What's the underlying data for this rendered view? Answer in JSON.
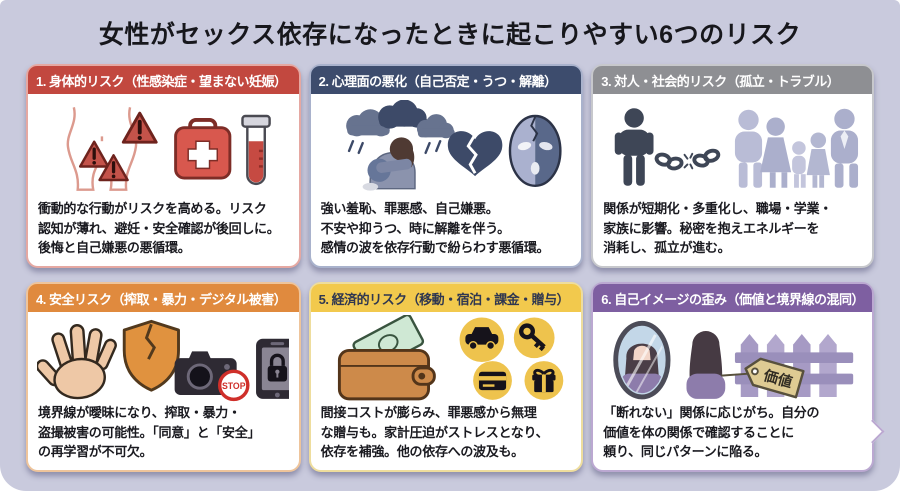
{
  "page": {
    "title": "女性がセックス依存になったときに起こりやすい6つのリスク",
    "background_color": "#c9cadd"
  },
  "labels": {
    "stop": "STOP",
    "value_tag": "価値"
  },
  "cards": [
    {
      "header": "1. 身体的リスク（性感染症・望まない妊娠）",
      "body": "衝動的な行動がリスクを高める。リスク\n認知が薄れ、避妊・安全確認が後回しに。\n後悔と自己嫌悪の悪循環。",
      "accent": "#c2483f",
      "tint": "#e5a8a2",
      "header_text": "#ffffff",
      "icons": [
        "female-body-icon",
        "warning-triangle-icon",
        "first-aid-kit-icon",
        "test-tube-icon"
      ]
    },
    {
      "header": "2. 心理面の悪化（自己否定・うつ・解離）",
      "body": "強い羞恥、罪悪感、自己嫌悪。\n不安や抑うつ、時に解離を伴う。\n感情の波を依存行動で紛らわす悪循環。",
      "accent": "#3d4c6d",
      "tint": "#a9b2cc",
      "header_text": "#ffffff",
      "icons": [
        "rain-clouds-icon",
        "depressed-person-icon",
        "broken-heart-icon",
        "cracked-mask-icon"
      ]
    },
    {
      "header": "3. 対人・社会的リスク（孤立・トラブル）",
      "body": "関係が短期化・多重化し、職場・学業・\n家族に影響。秘密を抱えエネルギーを\n消耗し、孤立が進む。",
      "accent": "#8e8f93",
      "tint": "#c7c8cc",
      "header_text": "#ffffff",
      "icons": [
        "isolated-person-icon",
        "broken-chain-icon",
        "people-group-icon"
      ]
    },
    {
      "header": "4. 安全リスク（搾取・暴力・デジタル被害）",
      "body": "境界線が曖昧になり、搾取・暴力・\n盗撮被害の可能性。「同意」と「安全」\nの再学習が不可欠。",
      "accent": "#e08a3e",
      "tint": "#eec49b",
      "header_text": "#ffffff",
      "icons": [
        "hand-icon",
        "cracked-shield-icon",
        "camera-stop-icon",
        "phone-lock-icon"
      ]
    },
    {
      "header": "5. 経済的リスク（移動・宿泊・課金・贈与）",
      "body": "間接コストが膨らみ、罪悪感から無理\nな贈与も。家計圧迫がストレスとなり、\n依存を補強。他の依存への波及も。",
      "accent": "#f2c94d",
      "tint": "#eedd9d",
      "header_text": "#2f3750",
      "icons": [
        "wallet-money-icon",
        "car-icon",
        "key-icon",
        "credit-card-icon",
        "gift-icon"
      ]
    },
    {
      "header": "6. 自己イメージの歪み（価値と境界線の混同）",
      "body": "「断れない」関係に応じがち。自分の\n価値を体の関係で確認することに\n頼り、同じパターンに陥る。",
      "accent": "#7e5fa1",
      "tint": "#bba8d1",
      "header_text": "#ffffff",
      "icons": [
        "mirror-icon",
        "woman-back-icon",
        "fence-icon",
        "price-tag-icon"
      ]
    }
  ]
}
